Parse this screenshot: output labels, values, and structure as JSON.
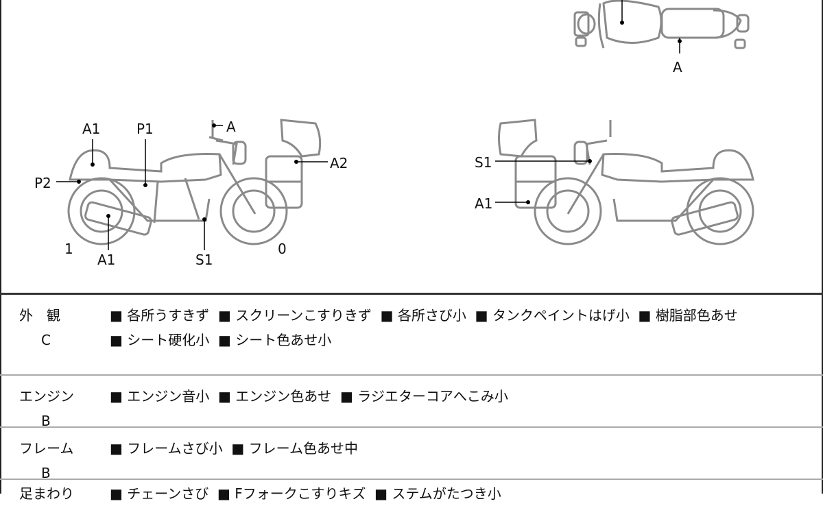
{
  "diagram": {
    "top_view_labels": [
      "A"
    ],
    "left_view_labels": [
      "A1",
      "P1",
      "A",
      "A2",
      "P2",
      "1",
      "A1",
      "S1",
      "0"
    ],
    "right_view_labels": [
      "S1",
      "A1"
    ]
  },
  "table": [
    {
      "name": "外　観",
      "grade": "C",
      "items": [
        "各所うすきず",
        "スクリーンこすりきず",
        "各所さび小",
        "タンクペイントはげ小",
        "樹脂部色あせ",
        "シート硬化小",
        "シート色あせ小"
      ]
    },
    {
      "name": "エンジン",
      "grade": "B",
      "items": [
        "エンジン音小",
        "エンジン色あせ",
        "ラジエターコアへこみ小"
      ]
    },
    {
      "name": "フレーム",
      "grade": "B",
      "items": [
        "フレームさび小",
        "フレーム色あせ中"
      ]
    },
    {
      "name": "足まわり",
      "grade": "",
      "items": [
        "チェーンさび",
        "Fフォークこすりキズ",
        "ステムがたつき小"
      ]
    }
  ]
}
